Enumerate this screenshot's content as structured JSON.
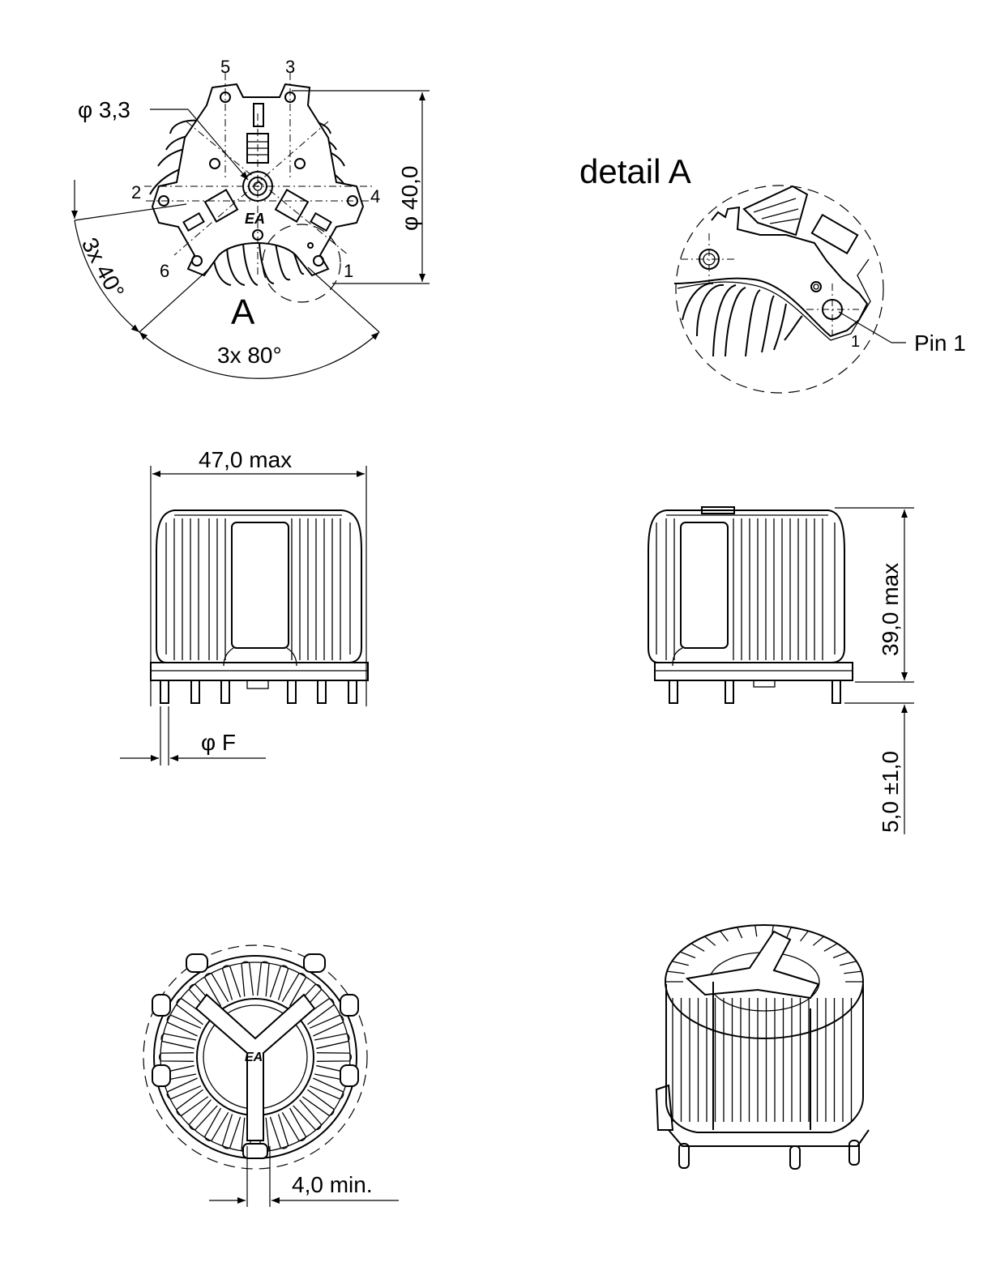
{
  "top_view": {
    "hole_dia": "φ 3,3",
    "outer_dia": "φ 40,0",
    "angle_a": "3x 40°",
    "angle_b": "3x 80°",
    "detail_ref": "A",
    "pins": [
      "1",
      "2",
      "3",
      "4",
      "5",
      "6"
    ]
  },
  "detail": {
    "title": "detail A",
    "pin_label": "Pin 1",
    "pin_num": "1"
  },
  "side_view": {
    "width": "47,0  max",
    "pin_dia": "φ F"
  },
  "side_view_right": {
    "height": "39,0  max",
    "pin_length": "5,0 ±1,0"
  },
  "bottom_view": {
    "web_width": "4,0  min."
  }
}
